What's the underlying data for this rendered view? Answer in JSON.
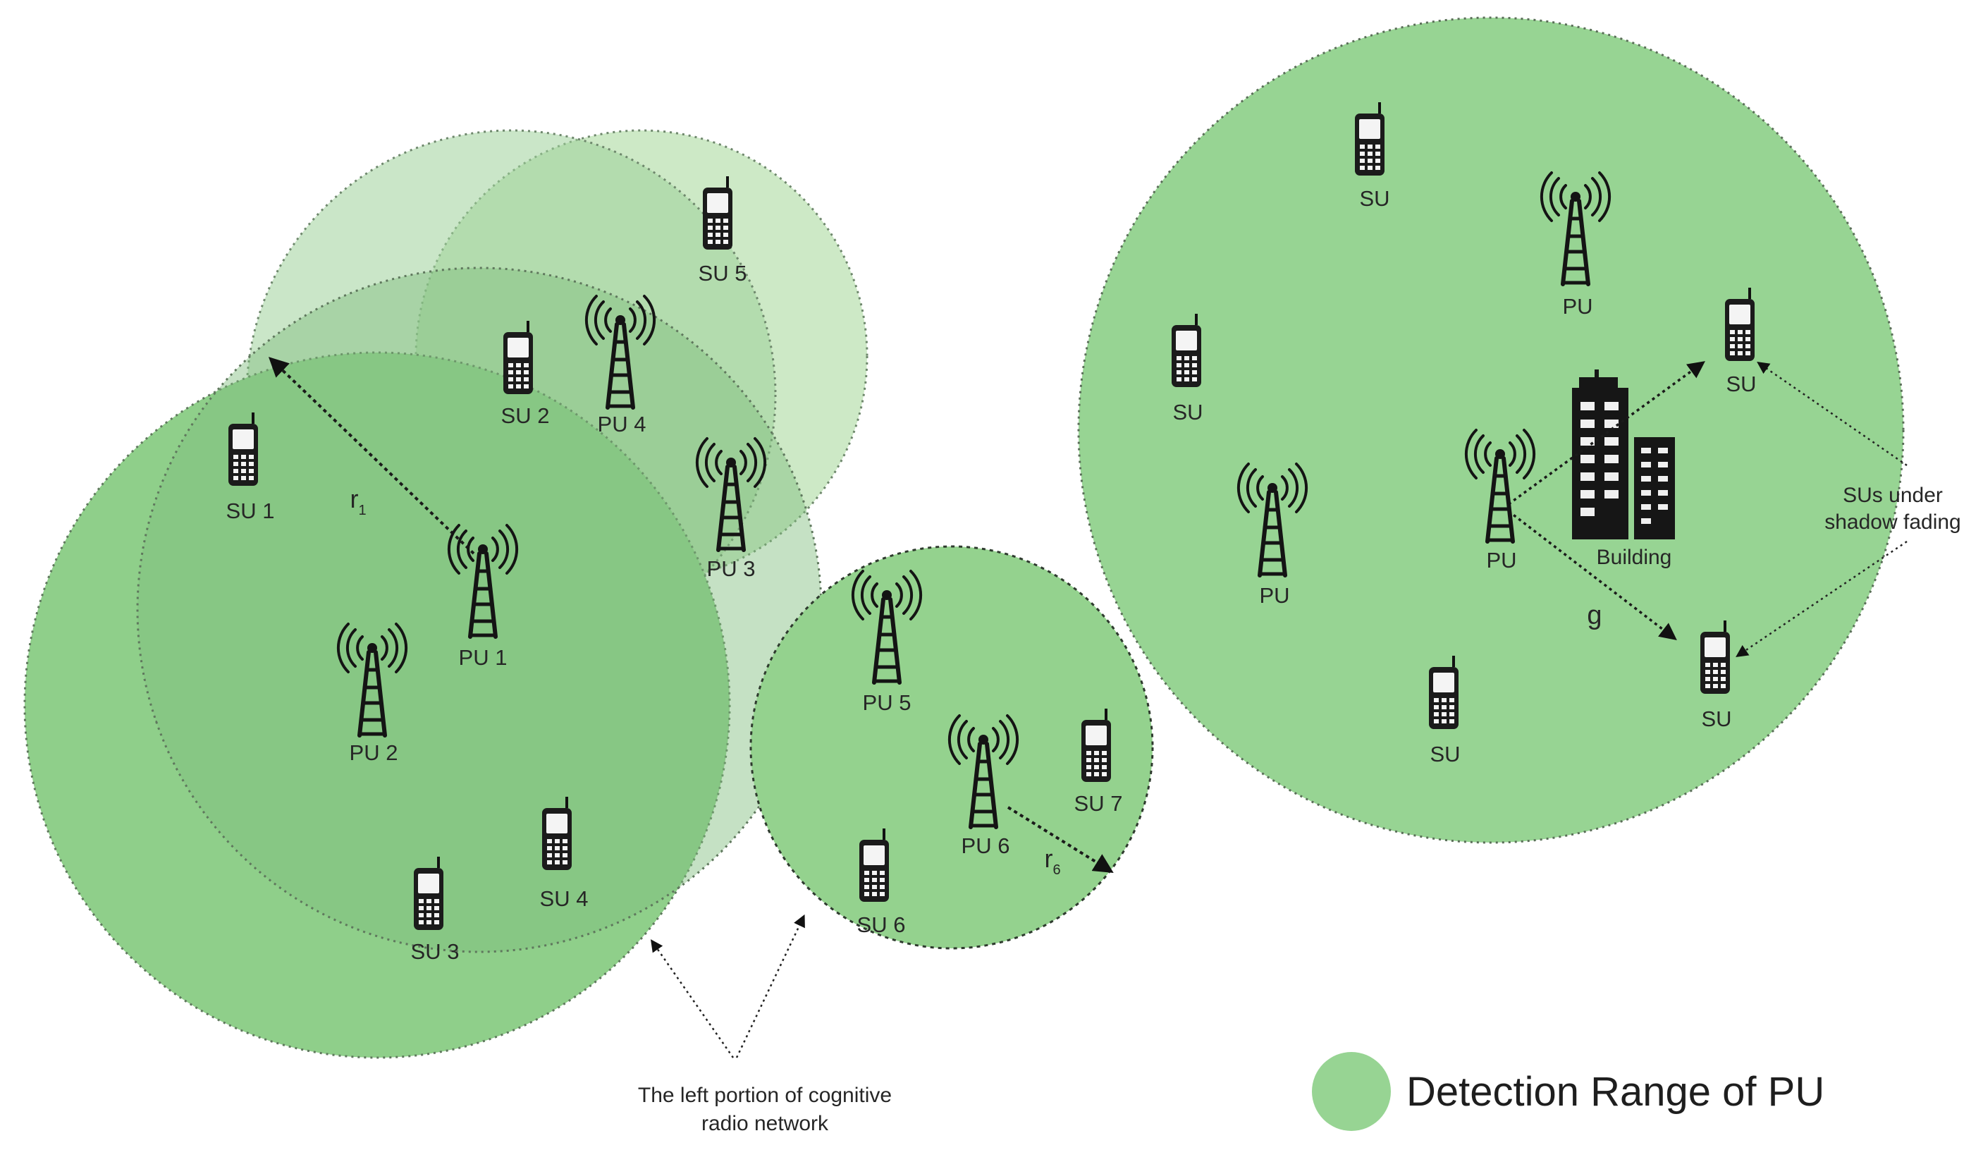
{
  "colors": {
    "range_green": "#8fd18c",
    "range_green_dark": "#7cc07c",
    "range_green_light": "#c9e8c3",
    "outline": "#3f4a3f",
    "ink": "#222222"
  },
  "labels": {
    "r1_main": "r",
    "r1_sub": "1",
    "r6_main": "r",
    "r6_sub": "6",
    "g": "g",
    "building": "Building",
    "shadow_line1": "SUs under",
    "shadow_line2": "shadow fading",
    "left_portion_line1": "The left portion of cognitive",
    "left_portion_line2": "radio network"
  },
  "legend": {
    "label": "Detection Range of PU"
  },
  "nodes": [
    {
      "id": "su1",
      "type": "phone",
      "label": "SU 1"
    },
    {
      "id": "su2",
      "type": "phone",
      "label": "SU 2"
    },
    {
      "id": "su3",
      "type": "phone",
      "label": "SU 3"
    },
    {
      "id": "su4",
      "type": "phone",
      "label": "SU 4"
    },
    {
      "id": "su5",
      "type": "phone",
      "label": "SU 5"
    },
    {
      "id": "su6",
      "type": "phone",
      "label": "SU 6"
    },
    {
      "id": "su7",
      "type": "phone",
      "label": "SU 7"
    },
    {
      "id": "pu1",
      "type": "tower",
      "label": "PU 1"
    },
    {
      "id": "pu2",
      "type": "tower",
      "label": "PU 2"
    },
    {
      "id": "pu3",
      "type": "tower",
      "label": "PU 3"
    },
    {
      "id": "pu4",
      "type": "tower",
      "label": "PU 4"
    },
    {
      "id": "pu5",
      "type": "tower",
      "label": "PU 5"
    },
    {
      "id": "pu6",
      "type": "tower",
      "label": "PU 6"
    },
    {
      "id": "r_su_top",
      "type": "phone",
      "label": "SU"
    },
    {
      "id": "r_su_left",
      "type": "phone",
      "label": "SU"
    },
    {
      "id": "r_su_bottom",
      "type": "phone",
      "label": "SU"
    },
    {
      "id": "r_su_shadow1",
      "type": "phone",
      "label": "SU"
    },
    {
      "id": "r_su_shadow2",
      "type": "phone",
      "label": "SU"
    },
    {
      "id": "r_pu_top",
      "type": "tower",
      "label": "PU"
    },
    {
      "id": "r_pu_left",
      "type": "tower",
      "label": "PU"
    },
    {
      "id": "r_pu_center",
      "type": "tower",
      "label": "PU"
    }
  ]
}
